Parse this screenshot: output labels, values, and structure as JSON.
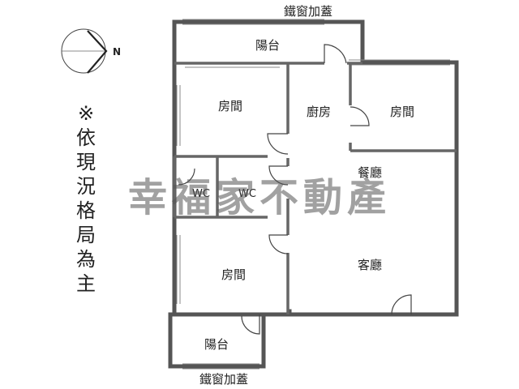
{
  "compass": {
    "north_letter": "N",
    "icon": "compass-north-arrow"
  },
  "side_note": {
    "text": "※依現況格局為主"
  },
  "rooms": {
    "balcony_top": "陽台",
    "bedroom_left_top": "房間",
    "kitchen": "廚房",
    "bedroom_right": "房間",
    "wc_1": "WC",
    "wc_2": "WC",
    "dining": "餐廳",
    "living": "客廳",
    "bedroom_left_bottom": "房間",
    "balcony_bottom": "陽台"
  },
  "annotations": {
    "top_window_cover": "鐵窗加蓋",
    "bottom_window_cover": "鐵窗加蓋"
  },
  "watermark": {
    "text": "幸福家不動產"
  }
}
